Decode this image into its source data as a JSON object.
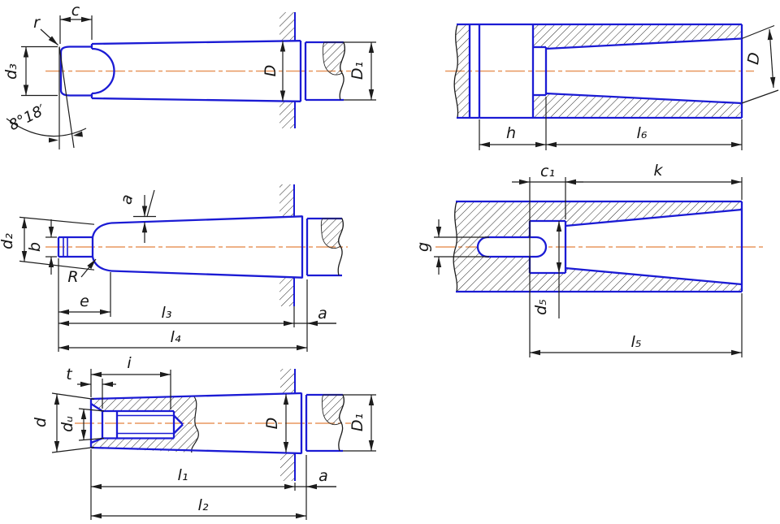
{
  "drawing": {
    "kind": "engineering-drawing",
    "views": {
      "v1": {
        "labels": {
          "c": "c",
          "r": "r",
          "d3": "d₃",
          "angle": "8°18′",
          "D": "D",
          "D1": "D₁"
        }
      },
      "v2": {
        "labels": {
          "h": "h",
          "l6": "l₆",
          "D": "D"
        }
      },
      "v3": {
        "labels": {
          "a_top": "a",
          "d2": "d₂",
          "b": "b",
          "R": "R",
          "e": "e",
          "l3": "l₃",
          "a": "a",
          "l4": "l₄"
        }
      },
      "v4": {
        "labels": {
          "c1": "c₁",
          "k": "k",
          "g": "g",
          "d5": "d₅",
          "l5": "l₅"
        }
      },
      "v5": {
        "labels": {
          "t": "t",
          "i": "i",
          "d": "d",
          "du": "dᵤ",
          "D": "D",
          "D1": "D₁",
          "l1": "l₁",
          "a": "a",
          "l2": "l₂"
        }
      }
    },
    "colors": {
      "outline_blue": "#1b1bd4",
      "centerline_orange": "#e8975f",
      "dimension_black": "#1c1c1c",
      "background": "#ffffff"
    }
  }
}
